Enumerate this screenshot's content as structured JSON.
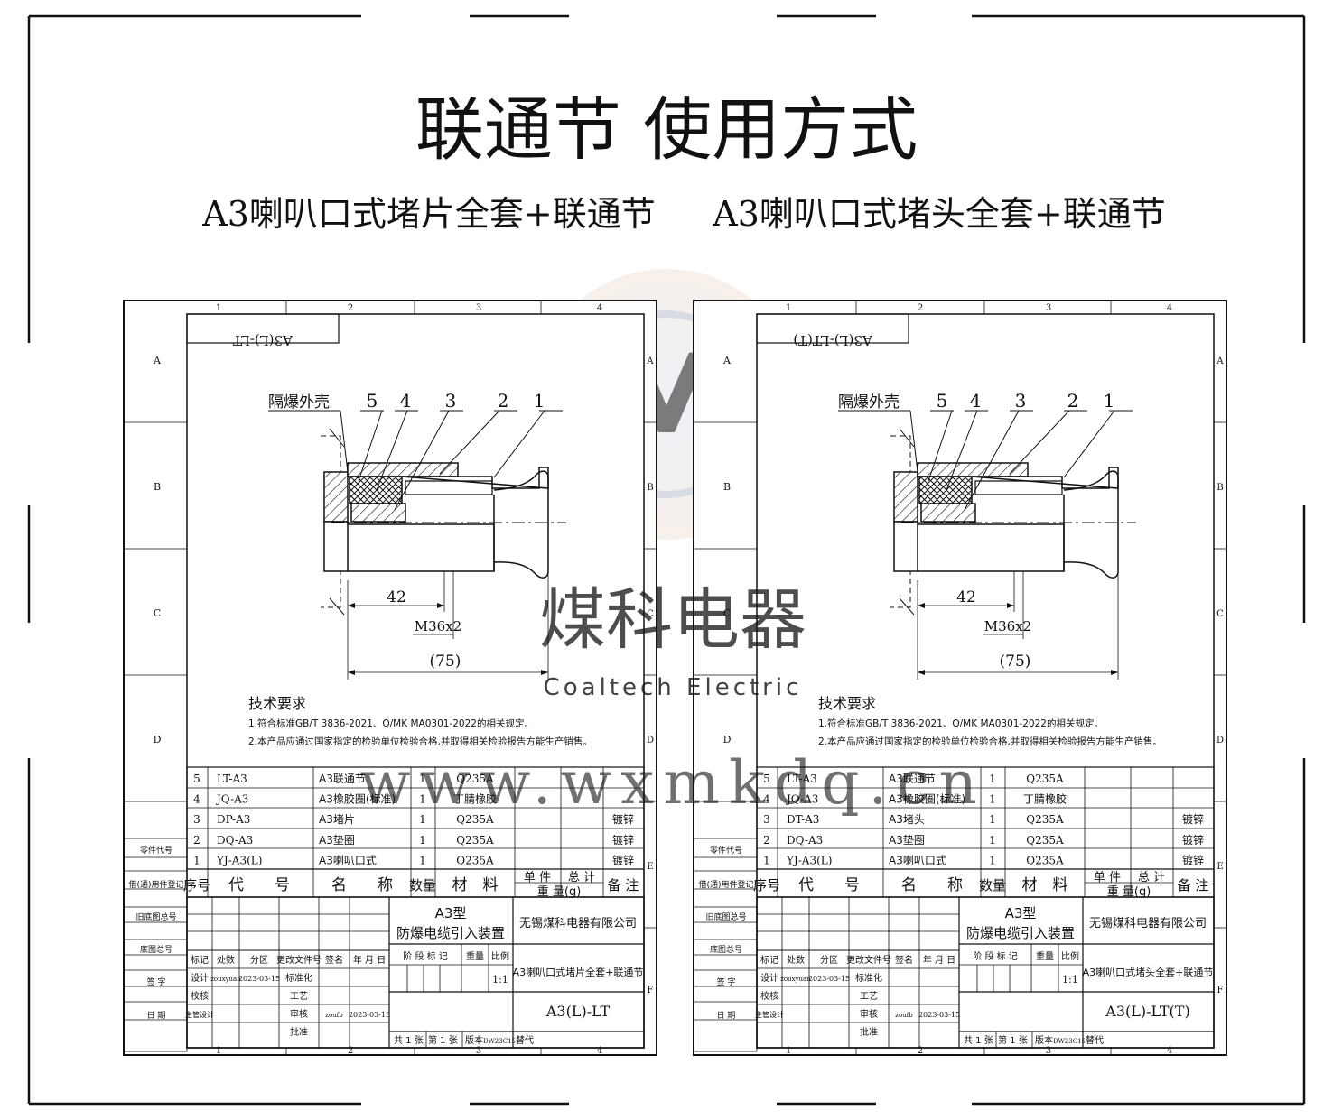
{
  "page": {
    "title": "联通节 使用方式",
    "watermark": {
      "logo_letter": "M",
      "brand_cn": "煤科电器",
      "brand_en": "Coaltech Electric",
      "url": "www.wxmkdq.cn"
    }
  },
  "sheets": [
    {
      "heading": "A3喇叭口式堵片全套+联通节",
      "mirrored_code": "A3(L)-LT",
      "outer_label": "隔爆外壳",
      "callouts": [
        "5",
        "4",
        "3",
        "2",
        "1"
      ],
      "dims": {
        "d1": "42",
        "d2": "M36x2",
        "d3": "(75)"
      },
      "tech": {
        "title": "技术要求",
        "lines": [
          "1.符合标准GB/T 3836-2021、Q/MK MA0301-2022的相关规定。",
          "2.本产品应通过国家指定的检验单位检验合格,并取得相关检验报告方能生产销售。"
        ]
      },
      "bom": [
        {
          "no": "5",
          "code": "LT-A3",
          "name": "A3联通节",
          "qty": "1",
          "material": "Q235A",
          "note": ""
        },
        {
          "no": "4",
          "code": "JQ-A3",
          "name": "A3橡胶圈(标准)",
          "qty": "1",
          "material": "丁腈橡胶",
          "note": ""
        },
        {
          "no": "3",
          "code": "DP-A3",
          "name": "A3堵片",
          "qty": "1",
          "material": "Q235A",
          "note": "镀锌"
        },
        {
          "no": "2",
          "code": "DQ-A3",
          "name": "A3垫圈",
          "qty": "1",
          "material": "Q235A",
          "note": "镀锌"
        },
        {
          "no": "1",
          "code": "YJ-A3(L)",
          "name": "A3喇叭口式",
          "qty": "1",
          "material": "Q235A",
          "note": "镀锌"
        }
      ],
      "title_block": {
        "type": "A3型",
        "product": "防爆电缆引入装置",
        "company": "无锡煤科电器有限公司",
        "drawing_name": "A3喇叭口式堵片全套+联通节",
        "drawing_no": "A3(L)-LT",
        "scale": "1:1",
        "designer": "zouxyuan",
        "design_date": "2023-03-15",
        "reviewer": "zoufb",
        "review_date": "2023-03-15",
        "version": "DW23C15"
      }
    },
    {
      "heading": "A3喇叭口式堵头全套+联通节",
      "mirrored_code": "A3(L)-LT(T)",
      "outer_label": "隔爆外壳",
      "callouts": [
        "5",
        "4",
        "3",
        "2",
        "1"
      ],
      "dims": {
        "d1": "42",
        "d2": "M36x2",
        "d3": "(75)"
      },
      "tech": {
        "title": "技术要求",
        "lines": [
          "1.符合标准GB/T 3836-2021、Q/MK MA0301-2022的相关规定。",
          "2.本产品应通过国家指定的检验单位检验合格,并取得相关检验报告方能生产销售。"
        ]
      },
      "bom": [
        {
          "no": "5",
          "code": "LT-A3",
          "name": "A3联通节",
          "qty": "1",
          "material": "Q235A",
          "note": ""
        },
        {
          "no": "4",
          "code": "JQ-A3",
          "name": "A3橡胶圈(标准)",
          "qty": "1",
          "material": "丁腈橡胶",
          "note": ""
        },
        {
          "no": "3",
          "code": "DT-A3",
          "name": "A3堵头",
          "qty": "1",
          "material": "Q235A",
          "note": "镀锌"
        },
        {
          "no": "2",
          "code": "DQ-A3",
          "name": "A3垫圈",
          "qty": "1",
          "material": "Q235A",
          "note": "镀锌"
        },
        {
          "no": "1",
          "code": "YJ-A3(L)",
          "name": "A3喇叭口式",
          "qty": "1",
          "material": "Q235A",
          "note": "镀锌"
        }
      ],
      "title_block": {
        "type": "A3型",
        "product": "防爆电缆引入装置",
        "company": "无锡煤科电器有限公司",
        "drawing_name": "A3喇叭口式堵头全套+联通节",
        "drawing_no": "A3(L)-LT(T)",
        "scale": "1:1",
        "designer": "zouxyuan",
        "design_date": "2023-03-15",
        "reviewer": "zoufb",
        "review_date": "2023-03-15",
        "version": "DW23C15"
      }
    }
  ],
  "labels": {
    "zones_h": [
      "1",
      "2",
      "3",
      "4"
    ],
    "zones_v": [
      "A",
      "B",
      "C",
      "D",
      "E",
      "F"
    ],
    "side": [
      "零件代号",
      "借(通)用件登记",
      "旧底图总号",
      "底图总号",
      "签 字",
      "日 期"
    ],
    "bom_header": {
      "no": "序号",
      "code": "代　　号",
      "name": "名　　称",
      "qty": "数量",
      "material": "材　料",
      "unit": "单 件",
      "total": "总 计",
      "weight": "重 量(g)",
      "note": "备 注"
    },
    "tb": {
      "mark": "标记",
      "count": "处数",
      "zone": "分区",
      "doc": "更改文件号",
      "sign": "签名",
      "date": "年 月 日",
      "design": "设计",
      "std": "标准化",
      "check": "校核",
      "craft": "工艺",
      "chief": "主管设计",
      "review": "审核",
      "approve": "批准",
      "stage": "阶 段 标 记",
      "weight": "重量",
      "ratio": "比例",
      "total_sheets": "共 1 张",
      "sheet_no": "第 1 张",
      "version_label": "版本",
      "replace": "替代"
    }
  }
}
